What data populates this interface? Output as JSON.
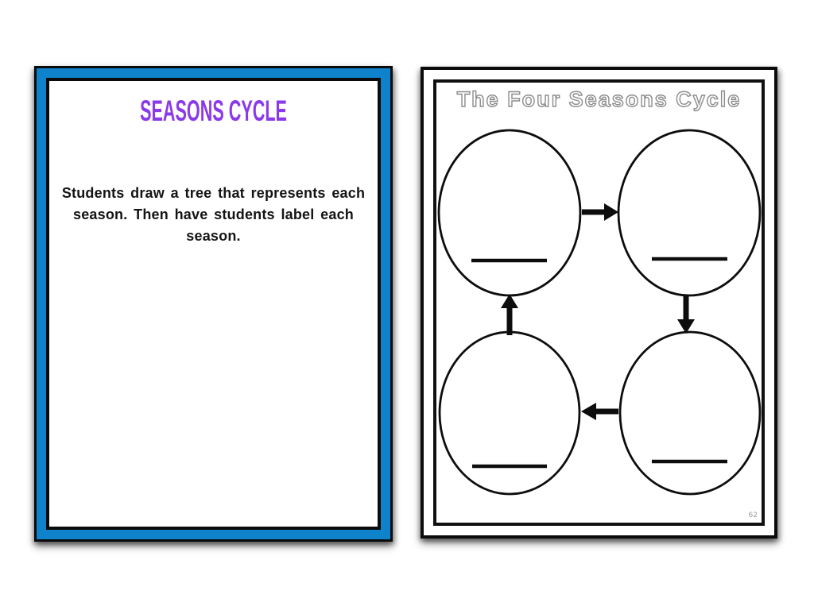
{
  "left_card": {
    "title": "SEASONS CYCLE",
    "body_lines": [
      "Students draw a tree that represents each",
      "season. Then have students label each",
      "season."
    ]
  },
  "worksheet": {
    "title": "The Four Seasons Cycle",
    "page_number": "62",
    "diagram": {
      "type": "cycle",
      "nodes": [
        {
          "id": "top-left",
          "shape": "oval",
          "label": "",
          "blank_line": true
        },
        {
          "id": "top-right",
          "shape": "oval",
          "label": "",
          "blank_line": true
        },
        {
          "id": "bottom-right",
          "shape": "oval",
          "label": "",
          "blank_line": true
        },
        {
          "id": "bottom-left",
          "shape": "oval",
          "label": "",
          "blank_line": true
        }
      ],
      "arrows": [
        {
          "from": "top-left",
          "to": "top-right",
          "direction": "right"
        },
        {
          "from": "top-right",
          "to": "bottom-right",
          "direction": "down"
        },
        {
          "from": "bottom-right",
          "to": "bottom-left",
          "direction": "left"
        },
        {
          "from": "bottom-left",
          "to": "top-left",
          "direction": "up"
        }
      ]
    }
  },
  "colors": {
    "card_border_blue": "#0f82cc",
    "title_purple": "#8a3ae8",
    "border_black": "#0b0b0b",
    "outline_title_gray": "#8d8d8d",
    "page_number_gray": "#9a9a9a"
  }
}
